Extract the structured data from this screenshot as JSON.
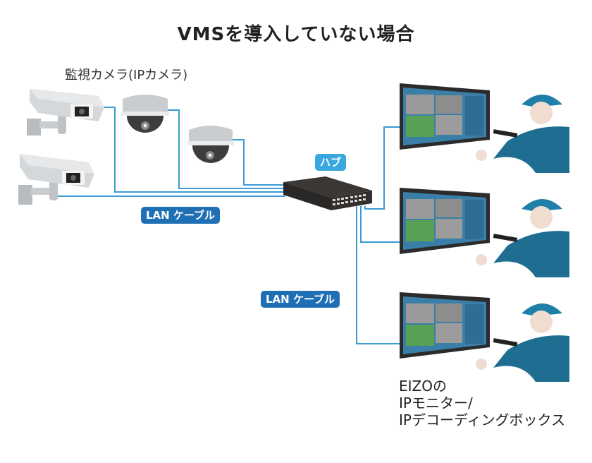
{
  "title": "VMSを導入していない場合",
  "labels": {
    "cameras": "監視カメラ(IPカメラ)",
    "hub": "ハブ",
    "lan_cable_top": "LAN ケーブル",
    "lan_cable_bottom": "LAN ケーブル",
    "monitor_caption": [
      "EIZOの",
      "IPモニター/",
      "IPデコーディングボックス"
    ]
  },
  "colors": {
    "cable": "#3a9bd5",
    "badge_dark": "#1f6fb5",
    "badge_light": "#3aa8de",
    "hub_body": "#2e2b29",
    "uniform": "#1f6e92",
    "camera_body": "#c9cdd0"
  },
  "devices": {
    "cameras": [
      {
        "type": "bullet",
        "name": "bullet-camera-1"
      },
      {
        "type": "dome",
        "name": "dome-camera-1"
      },
      {
        "type": "dome",
        "name": "dome-camera-2"
      },
      {
        "type": "bullet",
        "name": "bullet-camera-2"
      }
    ],
    "monitors": 3,
    "operators": 3
  }
}
